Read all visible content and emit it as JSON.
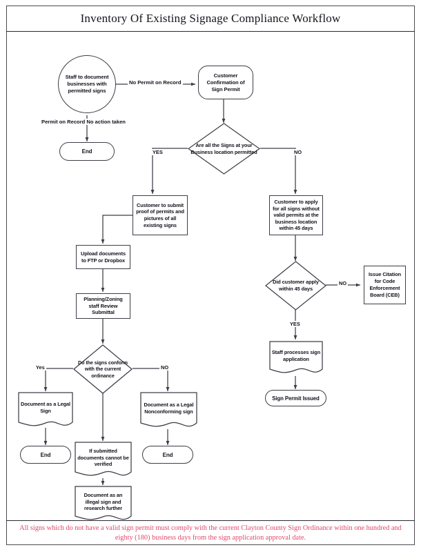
{
  "document": {
    "title": "Inventory Of Existing Signage Compliance Workflow",
    "footer_note": "All signs which do not have a valid sign permit  must comply with the current Clayton County Sign Ordinance within one hundred and eighty (180) business days from the sign application approval date.",
    "accent_color": "#e0486c",
    "line_color": "#3c3c46"
  },
  "chart_data": {
    "type": "diagram",
    "title": "Inventory Of Existing Signage Compliance Workflow",
    "nodes": [
      {
        "id": "start",
        "shape": "circle",
        "text": "Staff to document businesses with permitted signs"
      },
      {
        "id": "confirm",
        "shape": "rounded",
        "text": "Customer Confirmation of Sign Permit"
      },
      {
        "id": "end_top",
        "shape": "terminator",
        "text": "End"
      },
      {
        "id": "d_permitted",
        "shape": "diamond",
        "text": "Are all the Signs at your Business location permitted"
      },
      {
        "id": "submit_proof",
        "shape": "rect",
        "text": "Customer to submit proof of  permits and pictures of all existing signs"
      },
      {
        "id": "upload",
        "shape": "rect",
        "text": "Upload documents to FTP or Dropbox"
      },
      {
        "id": "review",
        "shape": "rect",
        "text": "Planning/Zoning staff Review Submittal"
      },
      {
        "id": "d_conform",
        "shape": "diamond",
        "text": "Do the signs conform with the current ordinance"
      },
      {
        "id": "legal_sign",
        "shape": "document",
        "text": "Document as a Legal Sign"
      },
      {
        "id": "end_left",
        "shape": "terminator",
        "text": "End"
      },
      {
        "id": "nonconforming",
        "shape": "document",
        "text": "Document as a Legal Nonconforming sign"
      },
      {
        "id": "end_right",
        "shape": "terminator",
        "text": "End"
      },
      {
        "id": "unverified",
        "shape": "document",
        "text": "If submitted documents cannot be verified"
      },
      {
        "id": "illegal",
        "shape": "document",
        "text": "Document as an illegal sign and research further"
      },
      {
        "id": "apply_45",
        "shape": "rect",
        "text": "Customer to apply for all signs without valid permits at the business location within 45 days"
      },
      {
        "id": "d_apply_45",
        "shape": "diamond",
        "text": "Did customer apply within 45 days"
      },
      {
        "id": "citation",
        "shape": "rect",
        "text": "Issue Citation for Code Enforcement Board (CEB)"
      },
      {
        "id": "staff_process",
        "shape": "document",
        "text": "Staff processes sign application"
      },
      {
        "id": "permit_issued",
        "shape": "terminator",
        "text": "Sign Permit Issued"
      }
    ],
    "edges": [
      {
        "from": "start",
        "to": "confirm",
        "label": "No Permit on Record"
      },
      {
        "from": "start",
        "to": "end_top",
        "label": "Permit on Record No action taken"
      },
      {
        "from": "confirm",
        "to": "d_permitted",
        "label": ""
      },
      {
        "from": "d_permitted",
        "to": "submit_proof",
        "label": "YES"
      },
      {
        "from": "d_permitted",
        "to": "apply_45",
        "label": "NO"
      },
      {
        "from": "submit_proof",
        "to": "upload",
        "label": ""
      },
      {
        "from": "upload",
        "to": "review",
        "label": ""
      },
      {
        "from": "review",
        "to": "d_conform",
        "label": ""
      },
      {
        "from": "d_conform",
        "to": "legal_sign",
        "label": "Yes"
      },
      {
        "from": "d_conform",
        "to": "nonconforming",
        "label": "NO"
      },
      {
        "from": "d_conform",
        "to": "unverified",
        "label": ""
      },
      {
        "from": "legal_sign",
        "to": "end_left",
        "label": ""
      },
      {
        "from": "nonconforming",
        "to": "end_right",
        "label": ""
      },
      {
        "from": "unverified",
        "to": "illegal",
        "label": ""
      },
      {
        "from": "apply_45",
        "to": "d_apply_45",
        "label": ""
      },
      {
        "from": "d_apply_45",
        "to": "citation",
        "label": "NO"
      },
      {
        "from": "d_apply_45",
        "to": "staff_process",
        "label": "YES"
      },
      {
        "from": "staff_process",
        "to": "permit_issued",
        "label": ""
      }
    ]
  },
  "labels": {
    "start": "Staff to document businesses with permitted signs",
    "confirm": "Customer Confirmation of Sign Permit",
    "end_top": "End",
    "d_permitted": "Are all the Signs at your Business location permitted",
    "submit_proof": "Customer to submit proof of  permits and pictures of all existing signs",
    "upload": "Upload documents to FTP or Dropbox",
    "review": "Planning/Zoning staff Review Submittal",
    "d_conform": "Do the signs conform with the current ordinance",
    "legal_sign": "Document as a Legal Sign",
    "end_left": "End",
    "nonconforming": "Document as a Legal Nonconforming sign",
    "end_right": "End",
    "unverified": "If submitted documents cannot be verified",
    "illegal": "Document as an illegal sign and research further",
    "apply_45": "Customer to apply for all signs without valid permits at the business location within 45 days",
    "d_apply_45": "Did customer apply within 45 days",
    "citation": "Issue Citation for Code Enforcement Board (CEB)",
    "staff_process": "Staff processes sign application",
    "permit_issued": "Sign Permit Issued"
  },
  "edge_labels": {
    "no_permit_on_record": "No Permit on Record",
    "permit_on_record": "Permit on Record No action taken",
    "permitted_yes": "YES",
    "permitted_no": "NO",
    "conform_yes": "Yes",
    "conform_no": "NO",
    "apply45_no": "NO",
    "apply45_yes": "YES"
  }
}
